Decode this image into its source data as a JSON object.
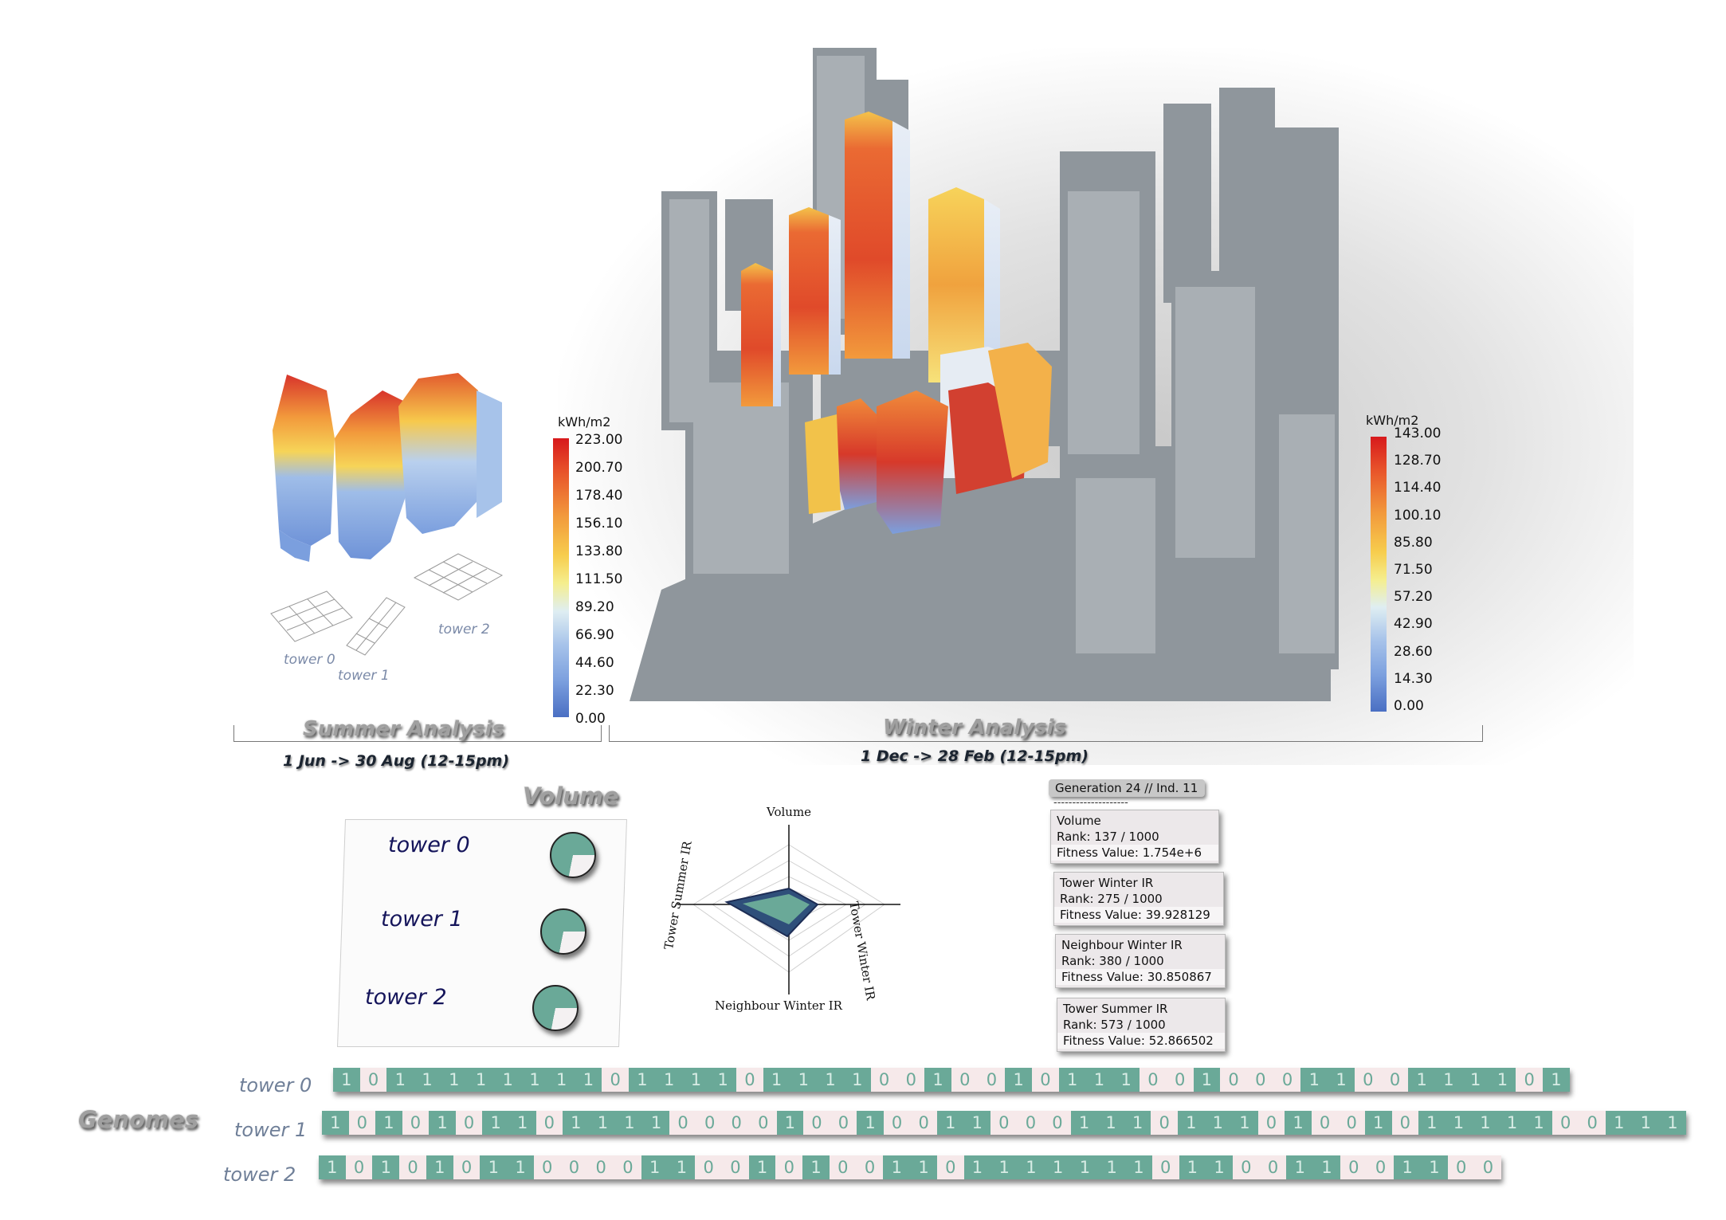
{
  "summer": {
    "title": "Summer Analysis",
    "range": "1 Jun -> 30 Aug (12-15pm)",
    "unit": "kWh/m2",
    "ticks": [
      "223.00",
      "200.70",
      "178.40",
      "156.10",
      "133.80",
      "111.50",
      "89.20",
      "66.90",
      "44.60",
      "22.30",
      "0.00"
    ],
    "grid_labels": [
      "tower 0",
      "tower 1",
      "tower 2"
    ]
  },
  "winter": {
    "title": "Winter Analysis",
    "range": "1 Dec -> 28 Feb (12-15pm)",
    "unit": "kWh/m2",
    "ticks": [
      "143.00",
      "128.70",
      "114.40",
      "100.10",
      "85.80",
      "71.50",
      "57.20",
      "42.90",
      "28.60",
      "14.30",
      "0.00"
    ]
  },
  "volume": {
    "title": "Volume",
    "towers": [
      {
        "label": "tower 0",
        "pie_fraction": 0.28
      },
      {
        "label": "tower 1",
        "pie_fraction": 0.28
      },
      {
        "label": "tower 2",
        "pie_fraction": 0.28
      }
    ]
  },
  "radar": {
    "axes": [
      "Volume",
      "Tower Winter IR",
      "Neighbour Winter IR",
      "Tower Summer IR"
    ]
  },
  "fitness": {
    "generation": "Generation 24 // Ind. 11",
    "divider": "--------------------",
    "cards": [
      {
        "name": "Volume",
        "rank": "Rank: 137 / 1000",
        "value": "Fitness Value: 1.754e+6"
      },
      {
        "name": "Tower Winter IR",
        "rank": "Rank: 275 / 1000",
        "value": "Fitness Value: 39.928129"
      },
      {
        "name": "Neighbour Winter IR",
        "rank": "Rank: 380 / 1000",
        "value": "Fitness Value: 30.850867"
      },
      {
        "name": "Tower Summer IR",
        "rank": "Rank: 573 / 1000",
        "value": "Fitness Value: 52.866502"
      }
    ]
  },
  "genomes": {
    "title": "Genomes",
    "rows": [
      {
        "label": "tower 0",
        "bits": "1011111111011110111100100101110010001100111101"
      },
      {
        "label": "tower 1",
        "bits": "101010110111100001001001100011101110100101111100111"
      },
      {
        "label": "tower 2",
        "bits": "10101011000011001010011011111110110011001100"
      }
    ]
  },
  "colors": {
    "gene_one": "#6aa998",
    "gene_zero": "#f6e9ea",
    "building": "#8f969c"
  }
}
